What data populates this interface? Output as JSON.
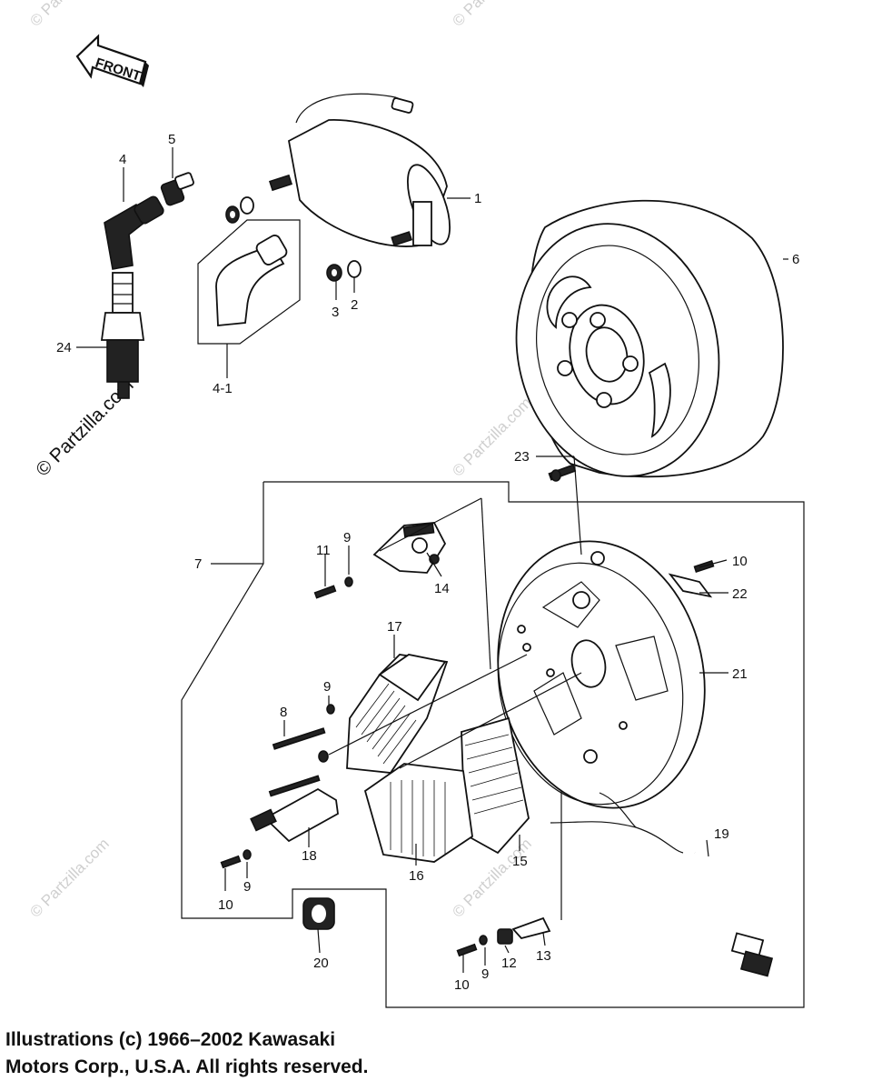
{
  "direction_tag": "FRONT",
  "watermarks": {
    "main": "© Partzilla.com",
    "faint": "© Partzilla.com"
  },
  "labels": {
    "p1": "1",
    "p2": "2",
    "p3": "3",
    "p4": "4",
    "p4_1": "4-1",
    "p5": "5",
    "p6": "6",
    "p7": "7",
    "p8": "8",
    "p9a": "9",
    "p9b": "9",
    "p9c": "9",
    "p9d": "9",
    "p10a": "10",
    "p10b": "10",
    "p10c": "10",
    "p11": "11",
    "p12": "12",
    "p13": "13",
    "p14": "14",
    "p15": "15",
    "p16": "16",
    "p17": "17",
    "p18": "18",
    "p19": "19",
    "p20": "20",
    "p21": "21",
    "p22": "22",
    "p23": "23",
    "p24": "24"
  },
  "copyright": {
    "line1": "Illustrations (c) 1966–2002 Kawasaki",
    "line2": "Motors Corp., U.S.A.  All rights reserved."
  }
}
